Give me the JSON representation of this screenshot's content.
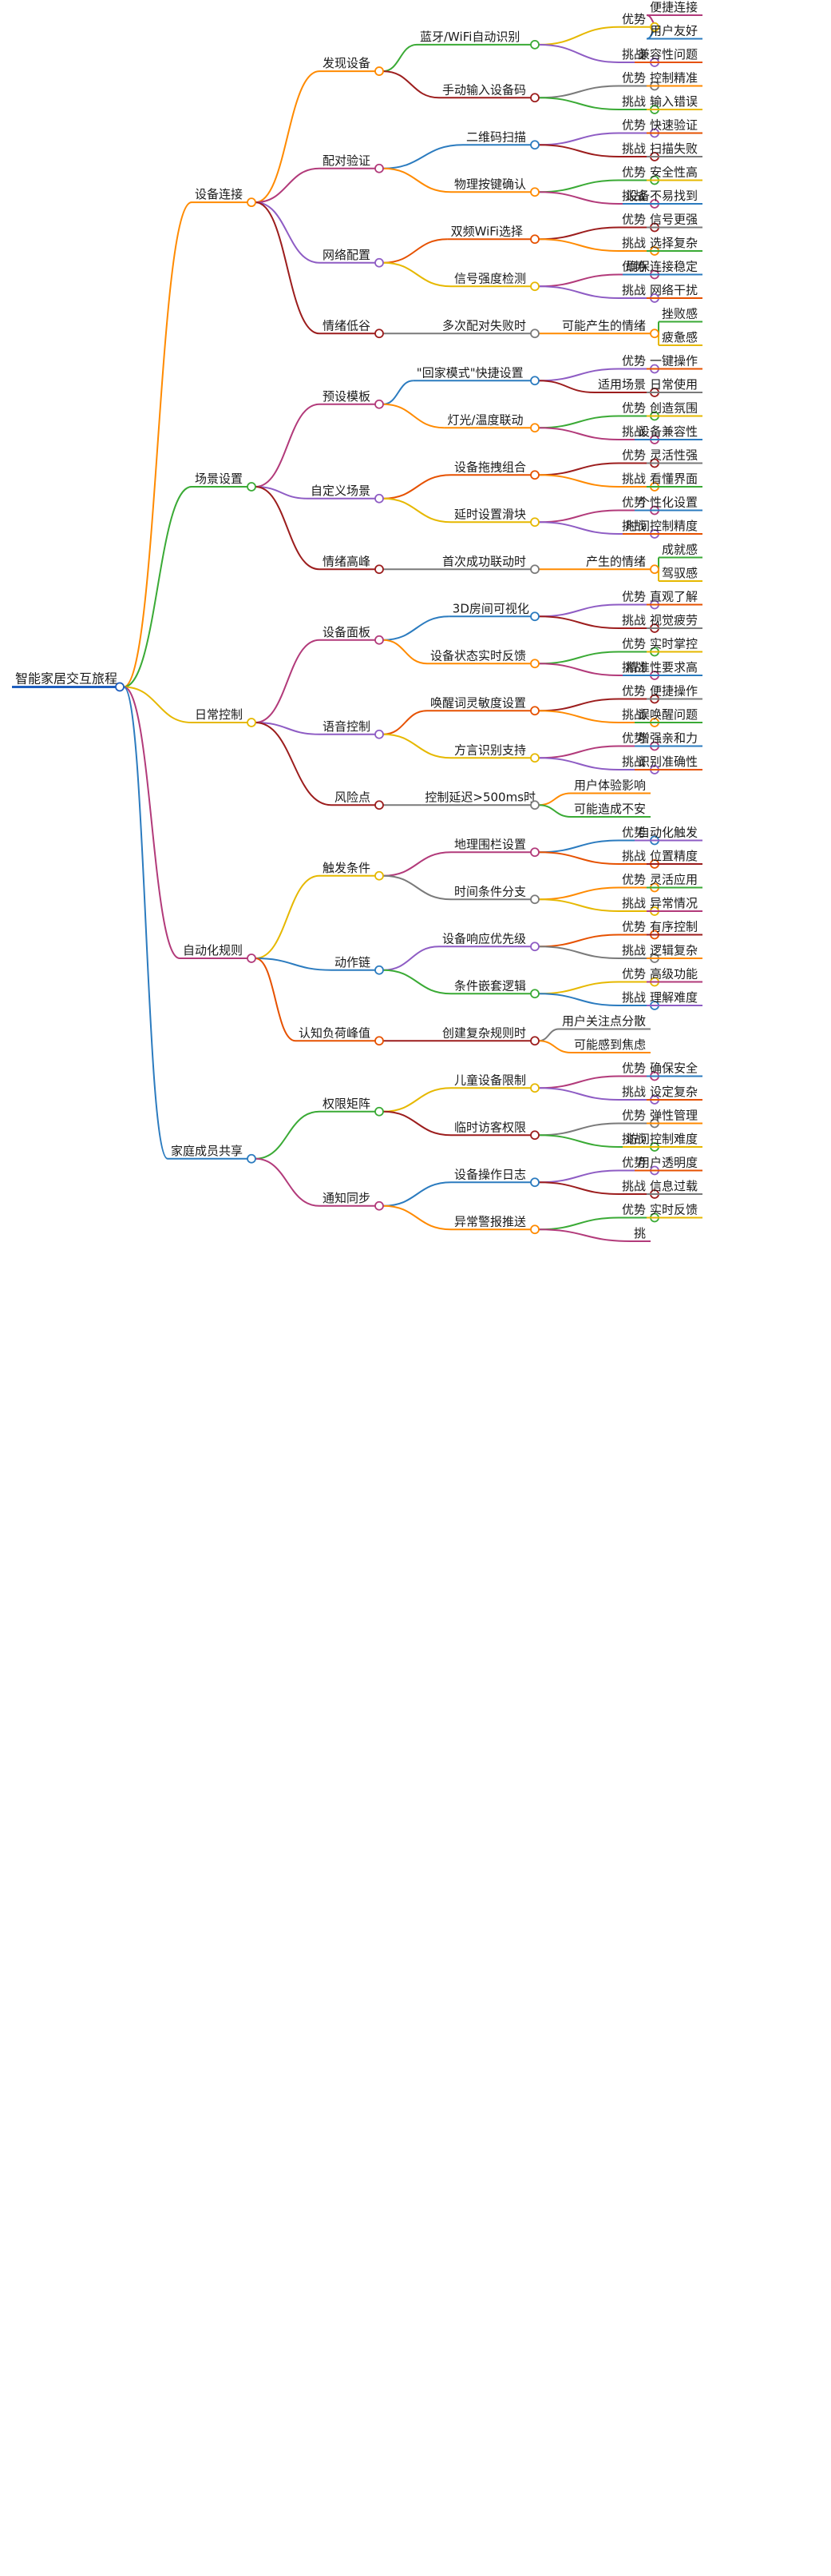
{
  "colors": {
    "root_underline": "#1f5fbf",
    "node_fill": "#ffffff",
    "palette": [
      "#ff8a00",
      "#3aaa35",
      "#e6b800",
      "#b23a7a",
      "#2b7bbf",
      "#8e5cc4",
      "#e65100",
      "#9c1d1d",
      "#7a7a7a"
    ]
  },
  "mindmap": {
    "root": {
      "label": "智能家居交互旅程"
    },
    "branches": [
      {
        "label": "设备连接",
        "children": [
          {
            "label": "发现设备",
            "children": [
              {
                "label": "蓝牙/WiFi自动识别",
                "children": [
                  {
                    "label": "优势",
                    "children": [
                      {
                        "label": "便捷连接"
                      },
                      {
                        "label": "用户友好"
                      }
                    ]
                  },
                  {
                    "label": "挑战",
                    "children": [
                      {
                        "label": "兼容性问题"
                      }
                    ]
                  }
                ]
              },
              {
                "label": "手动输入设备码",
                "children": [
                  {
                    "label": "优势",
                    "children": [
                      {
                        "label": "控制精准"
                      }
                    ]
                  },
                  {
                    "label": "挑战",
                    "children": [
                      {
                        "label": "输入错误"
                      }
                    ]
                  }
                ]
              }
            ]
          },
          {
            "label": "配对验证",
            "children": [
              {
                "label": "二维码扫描",
                "children": [
                  {
                    "label": "优势",
                    "children": [
                      {
                        "label": "快速验证"
                      }
                    ]
                  },
                  {
                    "label": "挑战",
                    "children": [
                      {
                        "label": "扫描失败"
                      }
                    ]
                  }
                ]
              },
              {
                "label": "物理按键确认",
                "children": [
                  {
                    "label": "优势",
                    "children": [
                      {
                        "label": "安全性高"
                      }
                    ]
                  },
                  {
                    "label": "挑战",
                    "children": [
                      {
                        "label": "设备不易找到"
                      }
                    ]
                  }
                ]
              }
            ]
          },
          {
            "label": "网络配置",
            "children": [
              {
                "label": "双频WiFi选择",
                "children": [
                  {
                    "label": "优势",
                    "children": [
                      {
                        "label": "信号更强"
                      }
                    ]
                  },
                  {
                    "label": "挑战",
                    "children": [
                      {
                        "label": "选择复杂"
                      }
                    ]
                  }
                ]
              },
              {
                "label": "信号强度检测",
                "children": [
                  {
                    "label": "优势",
                    "children": [
                      {
                        "label": "确保连接稳定"
                      }
                    ]
                  },
                  {
                    "label": "挑战",
                    "children": [
                      {
                        "label": "网络干扰"
                      }
                    ]
                  }
                ]
              }
            ]
          },
          {
            "label": "情绪低谷",
            "children": [
              {
                "label": "多次配对失败时",
                "children": [
                  {
                    "label": "可能产生的情绪",
                    "children": [
                      {
                        "label": "挫败感"
                      },
                      {
                        "label": "疲惫感"
                      }
                    ]
                  }
                ]
              }
            ]
          }
        ]
      },
      {
        "label": "场景设置",
        "children": [
          {
            "label": "预设模板",
            "children": [
              {
                "label": "\"回家模式\"快捷设置",
                "children": [
                  {
                    "label": "优势",
                    "children": [
                      {
                        "label": "一键操作"
                      }
                    ]
                  },
                  {
                    "label": "适用场景",
                    "children": [
                      {
                        "label": "日常使用"
                      }
                    ]
                  }
                ]
              },
              {
                "label": "灯光/温度联动",
                "children": [
                  {
                    "label": "优势",
                    "children": [
                      {
                        "label": "创造氛围"
                      }
                    ]
                  },
                  {
                    "label": "挑战",
                    "children": [
                      {
                        "label": "设备兼容性"
                      }
                    ]
                  }
                ]
              }
            ]
          },
          {
            "label": "自定义场景",
            "children": [
              {
                "label": "设备拖拽组合",
                "children": [
                  {
                    "label": "优势",
                    "children": [
                      {
                        "label": "灵活性强"
                      }
                    ]
                  },
                  {
                    "label": "挑战",
                    "children": [
                      {
                        "label": "看懂界面"
                      }
                    ]
                  }
                ]
              },
              {
                "label": "延时设置滑块",
                "children": [
                  {
                    "label": "优势",
                    "children": [
                      {
                        "label": "个性化设置"
                      }
                    ]
                  },
                  {
                    "label": "挑战",
                    "children": [
                      {
                        "label": "时间控制精度"
                      }
                    ]
                  }
                ]
              }
            ]
          },
          {
            "label": "情绪高峰",
            "children": [
              {
                "label": "首次成功联动时",
                "children": [
                  {
                    "label": "产生的情绪",
                    "children": [
                      {
                        "label": "成就感"
                      },
                      {
                        "label": "驾驭感"
                      }
                    ]
                  }
                ]
              }
            ]
          }
        ]
      },
      {
        "label": "日常控制",
        "children": [
          {
            "label": "设备面板",
            "children": [
              {
                "label": "3D房间可视化",
                "children": [
                  {
                    "label": "优势",
                    "children": [
                      {
                        "label": "直观了解"
                      }
                    ]
                  },
                  {
                    "label": "挑战",
                    "children": [
                      {
                        "label": "视觉疲劳"
                      }
                    ]
                  }
                ]
              },
              {
                "label": "设备状态实时反馈",
                "children": [
                  {
                    "label": "优势",
                    "children": [
                      {
                        "label": "实时掌控"
                      }
                    ]
                  },
                  {
                    "label": "挑战",
                    "children": [
                      {
                        "label": "精准性要求高"
                      }
                    ]
                  }
                ]
              }
            ]
          },
          {
            "label": "语音控制",
            "children": [
              {
                "label": "唤醒词灵敏度设置",
                "children": [
                  {
                    "label": "优势",
                    "children": [
                      {
                        "label": "便捷操作"
                      }
                    ]
                  },
                  {
                    "label": "挑战",
                    "children": [
                      {
                        "label": "误唤醒问题"
                      }
                    ]
                  }
                ]
              },
              {
                "label": "方言识别支持",
                "children": [
                  {
                    "label": "优势",
                    "children": [
                      {
                        "label": "增强亲和力"
                      }
                    ]
                  },
                  {
                    "label": "挑战",
                    "children": [
                      {
                        "label": "识别准确性"
                      }
                    ]
                  }
                ]
              }
            ]
          },
          {
            "label": "风险点",
            "children": [
              {
                "label": "控制延迟>500ms时",
                "children": [
                  {
                    "label": "用户体验影响"
                  },
                  {
                    "label": "可能造成不安"
                  }
                ]
              }
            ]
          }
        ]
      },
      {
        "label": "自动化规则",
        "children": [
          {
            "label": "触发条件",
            "children": [
              {
                "label": "地理围栏设置",
                "children": [
                  {
                    "label": "优势",
                    "children": [
                      {
                        "label": "自动化触发"
                      }
                    ]
                  },
                  {
                    "label": "挑战",
                    "children": [
                      {
                        "label": "位置精度"
                      }
                    ]
                  }
                ]
              },
              {
                "label": "时间条件分支",
                "children": [
                  {
                    "label": "优势",
                    "children": [
                      {
                        "label": "灵活应用"
                      }
                    ]
                  },
                  {
                    "label": "挑战",
                    "children": [
                      {
                        "label": "异常情况"
                      }
                    ]
                  }
                ]
              }
            ]
          },
          {
            "label": "动作链",
            "children": [
              {
                "label": "设备响应优先级",
                "children": [
                  {
                    "label": "优势",
                    "children": [
                      {
                        "label": "有序控制"
                      }
                    ]
                  },
                  {
                    "label": "挑战",
                    "children": [
                      {
                        "label": "逻辑复杂"
                      }
                    ]
                  }
                ]
              },
              {
                "label": "条件嵌套逻辑",
                "children": [
                  {
                    "label": "优势",
                    "children": [
                      {
                        "label": "高级功能"
                      }
                    ]
                  },
                  {
                    "label": "挑战",
                    "children": [
                      {
                        "label": "理解难度"
                      }
                    ]
                  }
                ]
              }
            ]
          },
          {
            "label": "认知负荷峰值",
            "children": [
              {
                "label": "创建复杂规则时",
                "children": [
                  {
                    "label": "用户关注点分散"
                  },
                  {
                    "label": "可能感到焦虑"
                  }
                ]
              }
            ]
          }
        ]
      },
      {
        "label": "家庭成员共享",
        "children": [
          {
            "label": "权限矩阵",
            "children": [
              {
                "label": "儿童设备限制",
                "children": [
                  {
                    "label": "优势",
                    "children": [
                      {
                        "label": "确保安全"
                      }
                    ]
                  },
                  {
                    "label": "挑战",
                    "children": [
                      {
                        "label": "设定复杂"
                      }
                    ]
                  }
                ]
              },
              {
                "label": "临时访客权限",
                "children": [
                  {
                    "label": "优势",
                    "children": [
                      {
                        "label": "弹性管理"
                      }
                    ]
                  },
                  {
                    "label": "挑战",
                    "children": [
                      {
                        "label": "访问控制难度"
                      }
                    ]
                  }
                ]
              }
            ]
          },
          {
            "label": "通知同步",
            "children": [
              {
                "label": "设备操作日志",
                "children": [
                  {
                    "label": "优势",
                    "children": [
                      {
                        "label": "用户透明度"
                      }
                    ]
                  },
                  {
                    "label": "挑战",
                    "children": [
                      {
                        "label": "信息过载"
                      }
                    ]
                  }
                ]
              },
              {
                "label": "异常警报推送",
                "children": [
                  {
                    "label": "优势",
                    "children": [
                      {
                        "label": "实时反馈"
                      }
                    ]
                  },
                  {
                    "label": "挑"
                  }
                ]
              }
            ]
          }
        ]
      }
    ]
  }
}
